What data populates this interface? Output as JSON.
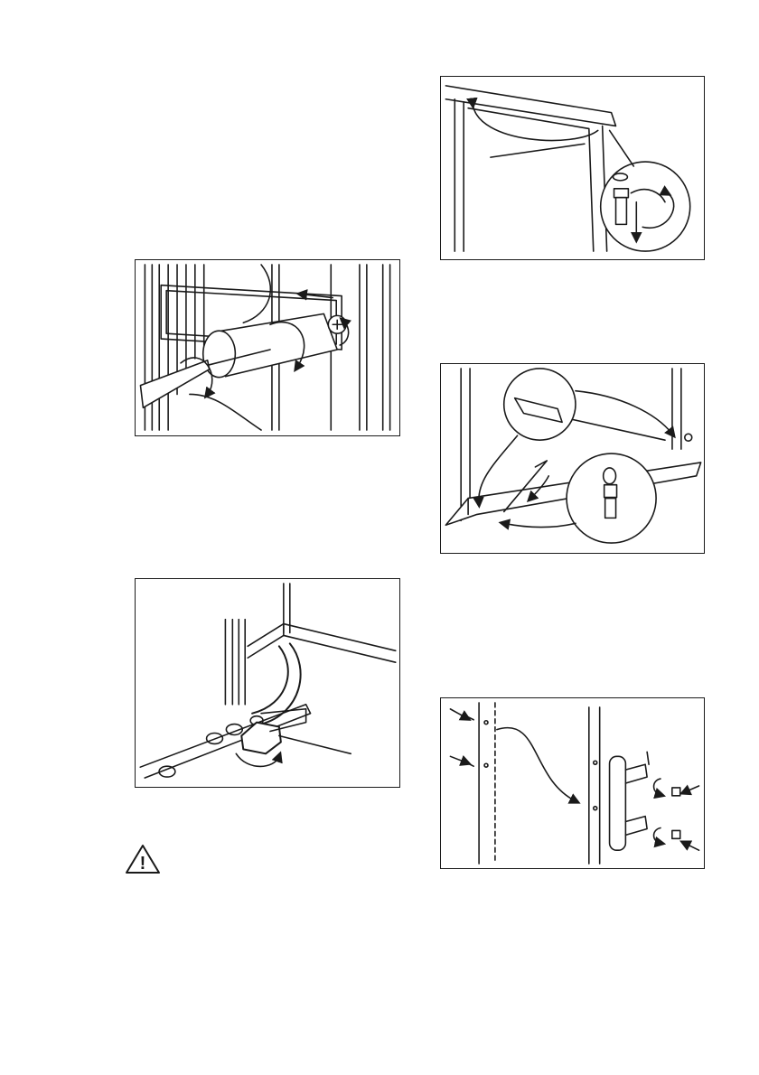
{
  "figures": [
    {
      "id": "fig-plinth",
      "icon": "screwdriver-removing-plinth-cover"
    },
    {
      "id": "fig-foot",
      "icon": "adjustable-foot-hinge"
    },
    {
      "id": "fig-top-hinge",
      "icon": "top-hinge-pin-detail"
    },
    {
      "id": "fig-door-pin",
      "icon": "door-pin-and-cover-swap"
    },
    {
      "id": "fig-handle",
      "icon": "handle-relocation"
    }
  ],
  "warning": {
    "icon": "warning-triangle-icon",
    "symbol": "!"
  },
  "colors": {
    "line": "#1a1a1a",
    "background": "#ffffff"
  }
}
